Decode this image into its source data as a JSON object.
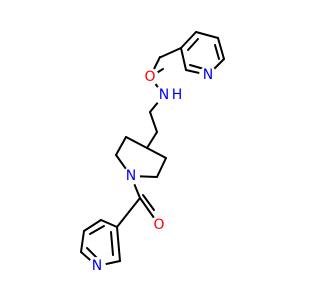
{
  "molecule": {
    "atoms": {
      "o_top": {
        "symbol": "O",
        "color": "#ff0000"
      },
      "n_pyridine_top": {
        "symbol": "N",
        "color": "#0000ff"
      },
      "n_amide": {
        "symbol": "N",
        "color": "#0000ff"
      },
      "h_amide": {
        "symbol": "H",
        "color": "#0000ff"
      },
      "n_piperidine": {
        "symbol": "N",
        "color": "#0000ff"
      },
      "o_bottom": {
        "symbol": "O",
        "color": "#ff0000"
      },
      "n_pyridine_bottom": {
        "symbol": "N",
        "color": "#0000ff"
      }
    }
  }
}
